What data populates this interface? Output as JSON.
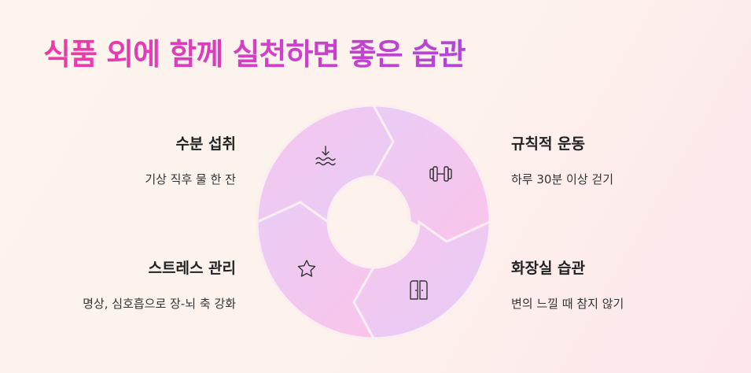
{
  "title": "식품 외에 함께 실천하면 좋은 습관",
  "items": {
    "water": {
      "heading": "수분 섭취",
      "desc": "기상 직후 물 한 잔",
      "icon": "water-level-icon"
    },
    "exercise": {
      "heading": "규칙적 운동",
      "desc": "하루 30분 이상 걷기",
      "icon": "dumbbell-icon"
    },
    "toilet": {
      "heading": "화장실 습관",
      "desc": "변의 느낄 때 참지 않기",
      "icon": "toilet-door-icon"
    },
    "stress": {
      "heading": "스트레스 관리",
      "desc": "명상, 심호흡으로 장-뇌 축 강화",
      "icon": "star-icon"
    }
  },
  "colors": {
    "title_start": "#ee3aa6",
    "title_end": "#b046d6",
    "segment_pink": "#f9c4ec",
    "segment_lavender": "#e6cdf5"
  }
}
